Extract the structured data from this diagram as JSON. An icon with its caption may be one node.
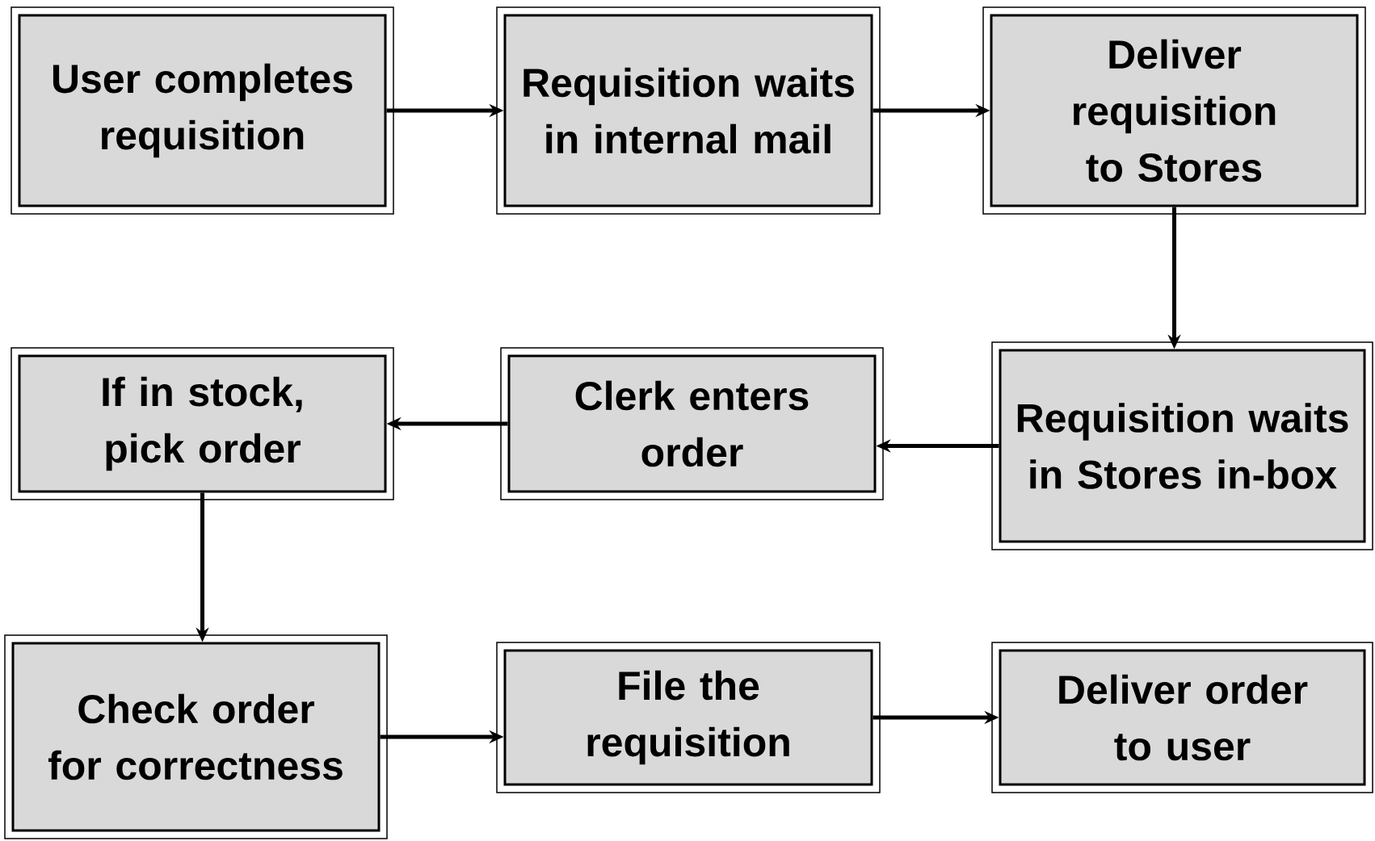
{
  "diagram": {
    "nodes": [
      {
        "text": [
          "User completes requisition"
        ]
      },
      {
        "text": [
          "Requisition waits in internal mail"
        ]
      },
      {
        "text": [
          "Deliver requisition to Stores"
        ]
      },
      {
        "text": [
          "Requisition waits in Stores in-box"
        ]
      },
      {
        "text": [
          "Clerk enters order"
        ]
      },
      {
        "text": [
          "If in stock, pick order"
        ]
      },
      {
        "text": [
          "Check order for correctness"
        ]
      },
      {
        "text": [
          "File the requisition"
        ]
      },
      {
        "text": [
          "Deliver order to user"
        ]
      }
    ],
    "edges": [
      {
        "from": 0,
        "to": 1,
        "arrow": "to"
      },
      {
        "from": 1,
        "to": 2,
        "arrow": "to"
      },
      {
        "from": 2,
        "to": 3,
        "arrow": "to"
      },
      {
        "from": 3,
        "to": 4,
        "arrow": "to"
      },
      {
        "from": 4,
        "to": 5,
        "arrow": "to"
      },
      {
        "from": 5,
        "to": 6,
        "arrow": "to"
      },
      {
        "from": 6,
        "to": 7,
        "arrow": "to"
      },
      {
        "from": 7,
        "to": 8,
        "arrow": "to"
      }
    ]
  }
}
